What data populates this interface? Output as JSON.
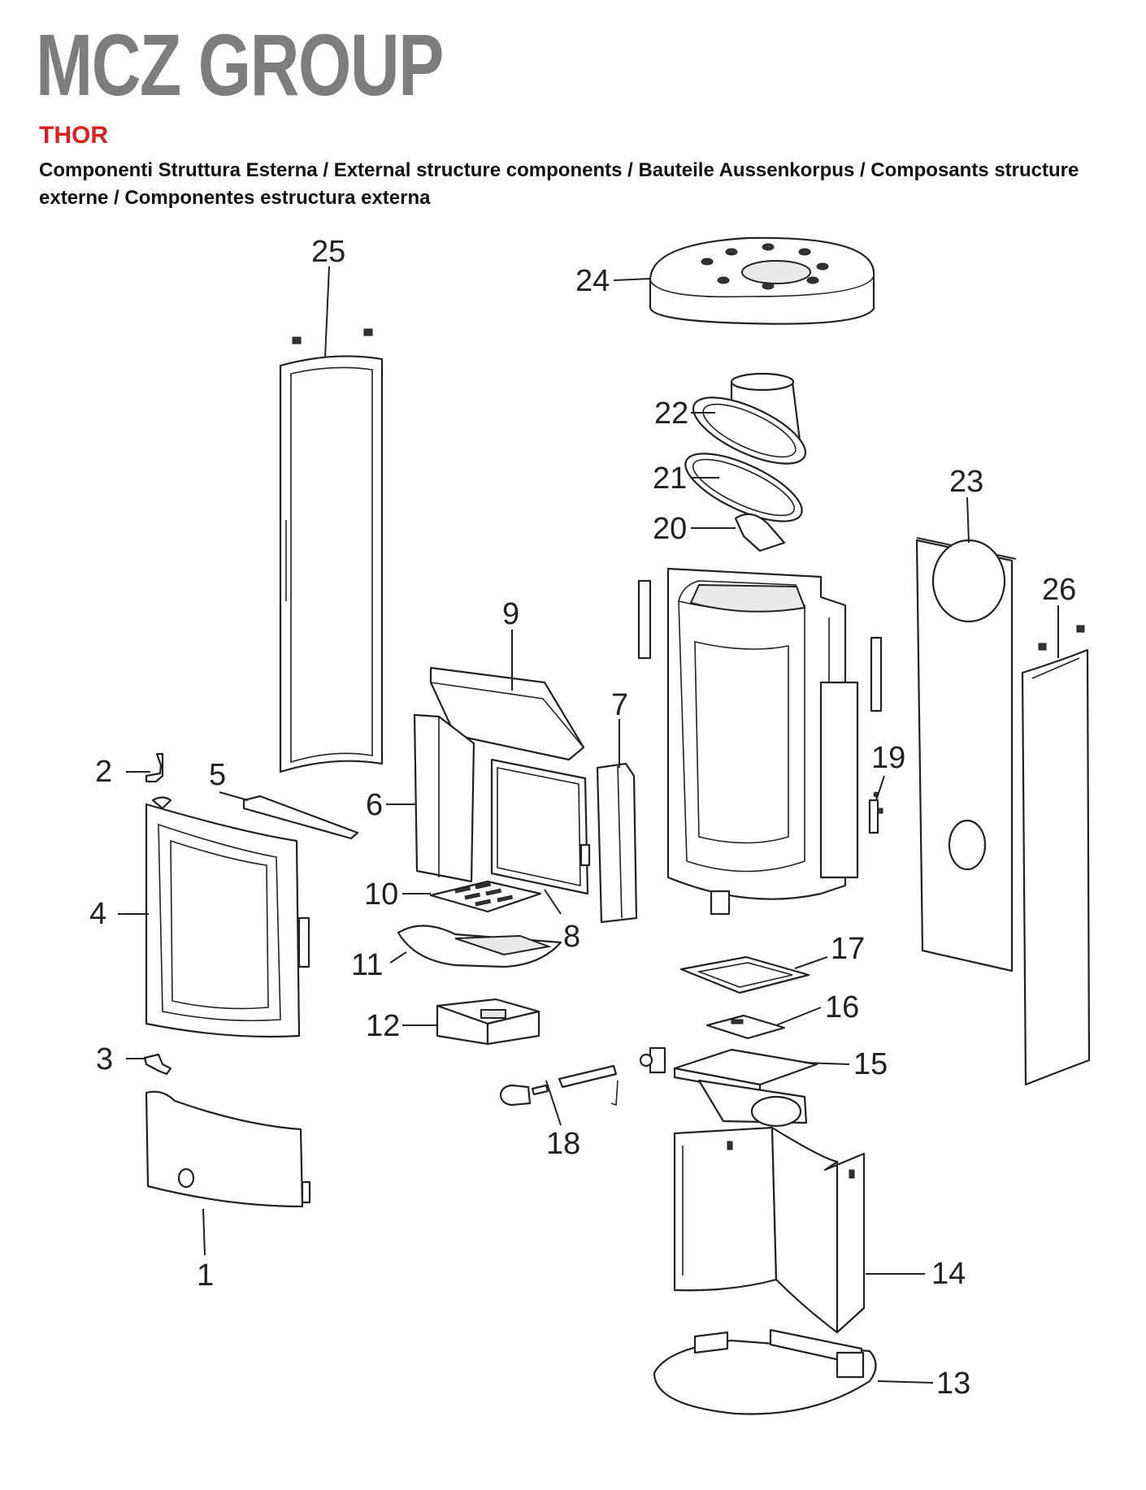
{
  "header": {
    "brand": "MCZ GROUP",
    "model": "THOR",
    "subtitle": "Componenti Struttura Esterna / External structure components / Bauteile Aussenkorpus / Composants structure externe / Componentes estructura externa"
  },
  "colors": {
    "brand_gray": "#7d7d7d",
    "model_red": "#e01f1f",
    "line": "#222222"
  },
  "callouts": [
    {
      "id": "1",
      "label": "1"
    },
    {
      "id": "2",
      "label": "2"
    },
    {
      "id": "3",
      "label": "3"
    },
    {
      "id": "4",
      "label": "4"
    },
    {
      "id": "5",
      "label": "5"
    },
    {
      "id": "6",
      "label": "6"
    },
    {
      "id": "7",
      "label": "7"
    },
    {
      "id": "8",
      "label": "8"
    },
    {
      "id": "9",
      "label": "9"
    },
    {
      "id": "10",
      "label": "10"
    },
    {
      "id": "11",
      "label": "11"
    },
    {
      "id": "12",
      "label": "12"
    },
    {
      "id": "13",
      "label": "13"
    },
    {
      "id": "14",
      "label": "14"
    },
    {
      "id": "15",
      "label": "15"
    },
    {
      "id": "16",
      "label": "16"
    },
    {
      "id": "17",
      "label": "17"
    },
    {
      "id": "18",
      "label": "18"
    },
    {
      "id": "19",
      "label": "19"
    },
    {
      "id": "20",
      "label": "20"
    },
    {
      "id": "21",
      "label": "21"
    },
    {
      "id": "22",
      "label": "22"
    },
    {
      "id": "23",
      "label": "23"
    },
    {
      "id": "24",
      "label": "24"
    },
    {
      "id": "25",
      "label": "25"
    },
    {
      "id": "26",
      "label": "26"
    }
  ]
}
